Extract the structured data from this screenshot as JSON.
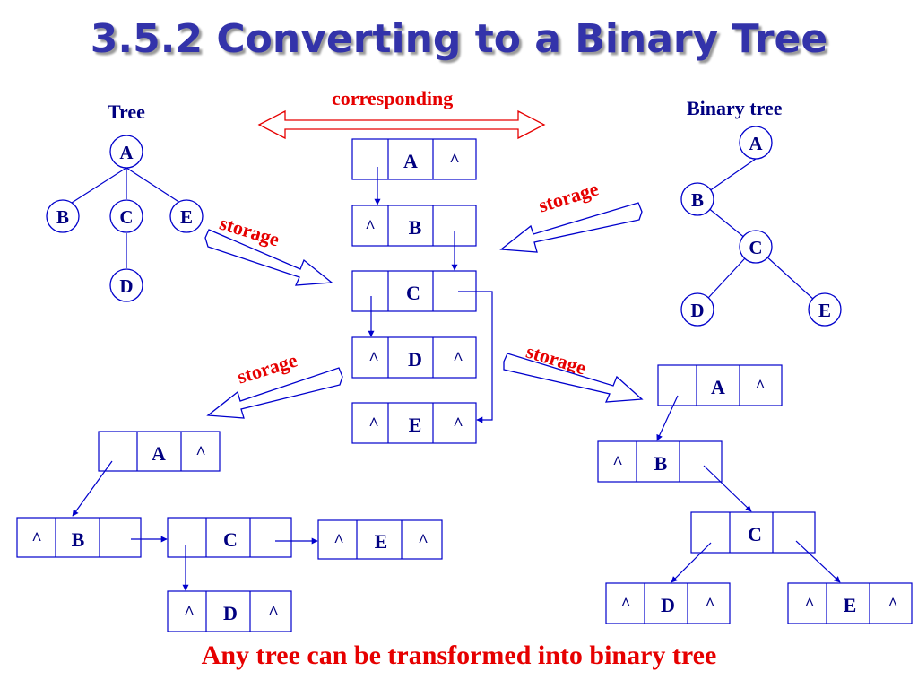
{
  "title": "3.5.2 Converting to a Binary Tree",
  "caption": "Any tree can be transformed into binary tree",
  "labels": {
    "tree": "Tree",
    "binary_tree": "Binary tree",
    "corresponding": "corresponding",
    "storage": "storage"
  },
  "tree_nodes": {
    "a": "A",
    "b": "B",
    "c": "C",
    "d": "D",
    "e": "E"
  },
  "binary_nodes": {
    "a": "A",
    "b": "B",
    "c": "C",
    "d": "D",
    "e": "E"
  },
  "null_marker": "^",
  "center_list": {
    "a": {
      "left": "",
      "data": "A",
      "right": "^"
    },
    "b": {
      "left": "^",
      "data": "B",
      "right": ""
    },
    "c": {
      "left": "",
      "data": "C",
      "right": ""
    },
    "d": {
      "left": "^",
      "data": "D",
      "right": "^"
    },
    "e": {
      "left": "^",
      "data": "E",
      "right": "^"
    }
  },
  "left_store": {
    "a": {
      "left": "",
      "data": "A",
      "right": "^"
    },
    "b": {
      "left": "^",
      "data": "B",
      "right": ""
    },
    "c": {
      "left": "",
      "data": "C",
      "right": ""
    },
    "d": {
      "left": "^",
      "data": "D",
      "right": "^"
    },
    "e": {
      "left": "^",
      "data": "E",
      "right": "^"
    }
  },
  "right_store": {
    "a": {
      "left": "",
      "data": "A",
      "right": "^"
    },
    "b": {
      "left": "^",
      "data": "B",
      "right": ""
    },
    "c": {
      "left": "",
      "data": "C",
      "right": ""
    },
    "d": {
      "left": "^",
      "data": "D",
      "right": "^"
    },
    "e": {
      "left": "^",
      "data": "E",
      "right": "^"
    }
  },
  "colors": {
    "title": "#3333aa",
    "lines": "#0000cc",
    "red": "#e60000",
    "text": "#000080"
  }
}
